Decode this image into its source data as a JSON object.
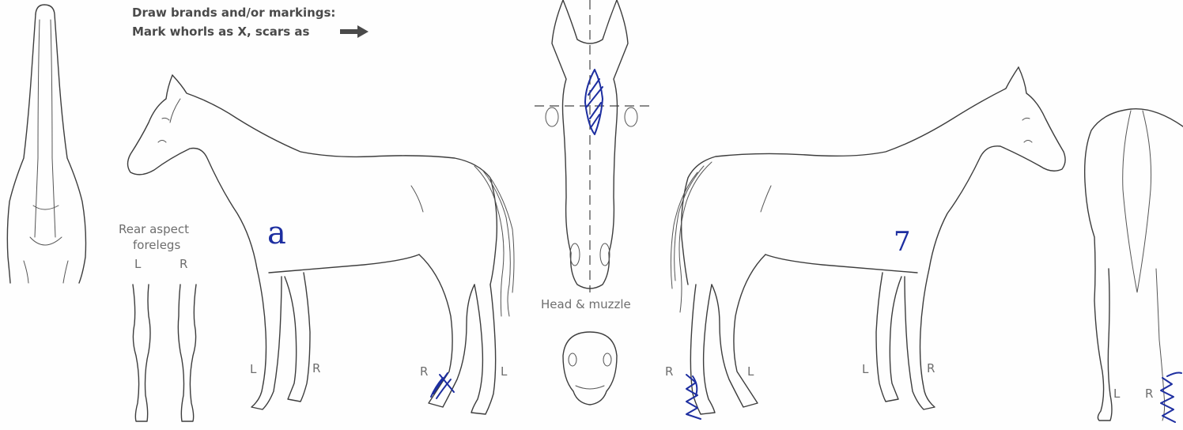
{
  "instructions": {
    "line1": "Draw brands and/or markings:",
    "line2": "Mark whorls as X, scars as"
  },
  "labels": {
    "rear_aspect_forelegs_line1": "Rear aspect",
    "rear_aspect_forelegs_line2": "forelegs",
    "head_and_muzzle": "Head & muzzle"
  },
  "leg_labels": {
    "forelegs_left": "L",
    "forelegs_right": "R",
    "left_side_fore_left": "L",
    "left_side_fore_right": "R",
    "left_side_hind_right": "R",
    "left_side_hind_left": "L",
    "right_side_hind_right": "R",
    "right_side_hind_left": "L",
    "right_side_fore_left": "L",
    "right_side_fore_right": "R",
    "rear_view_left": "L",
    "rear_view_right": "R"
  },
  "handwritten": {
    "left_side_brand": "a",
    "right_side_brand": "7"
  },
  "colors": {
    "ink": "#1d2ea0",
    "outline": "#3d3d3d",
    "label_text": "#6e6e6e"
  }
}
